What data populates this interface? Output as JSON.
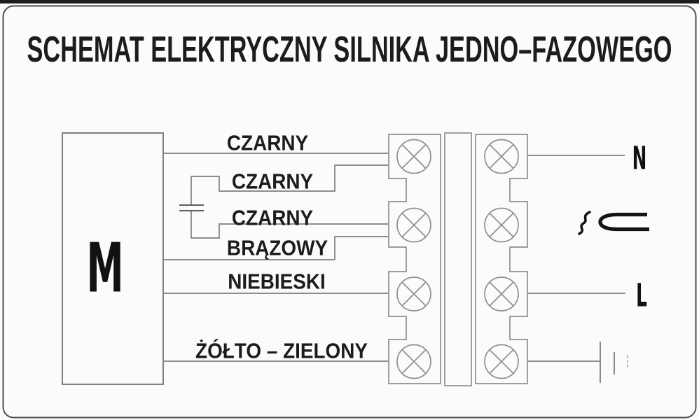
{
  "title": "SCHEMAT ELEKTRYCZNY SILNIKA JEDNO–FAZOWEGO",
  "motor": {
    "label": "M"
  },
  "wire_labels": {
    "czarny_1": "CZARNY",
    "czarny_2": "CZARNY",
    "czarny_3": "CZARNY",
    "brazowy": "BRĄZOWY",
    "niebieski": "NIEBIESKI",
    "zolto_zielony": "ŻÓŁTO – ZIELONY"
  },
  "power": {
    "neutral": "N",
    "line": "L"
  },
  "terminal_block": {
    "rows": 4,
    "columns": 2,
    "terminal_symbol": "circle-with-x-screw"
  },
  "symbols": {
    "capacitor": "capacitor-plates",
    "jumper": "wave-and-clamp",
    "ground": "earth-ground"
  },
  "colors": {
    "background": "#fbfbfa",
    "border": "#4f4f4f",
    "wire": "#7f7f7f",
    "terminal_outline": "#8f8f8f",
    "text": "#1c1c1c",
    "bold_symbol": "#141414"
  }
}
